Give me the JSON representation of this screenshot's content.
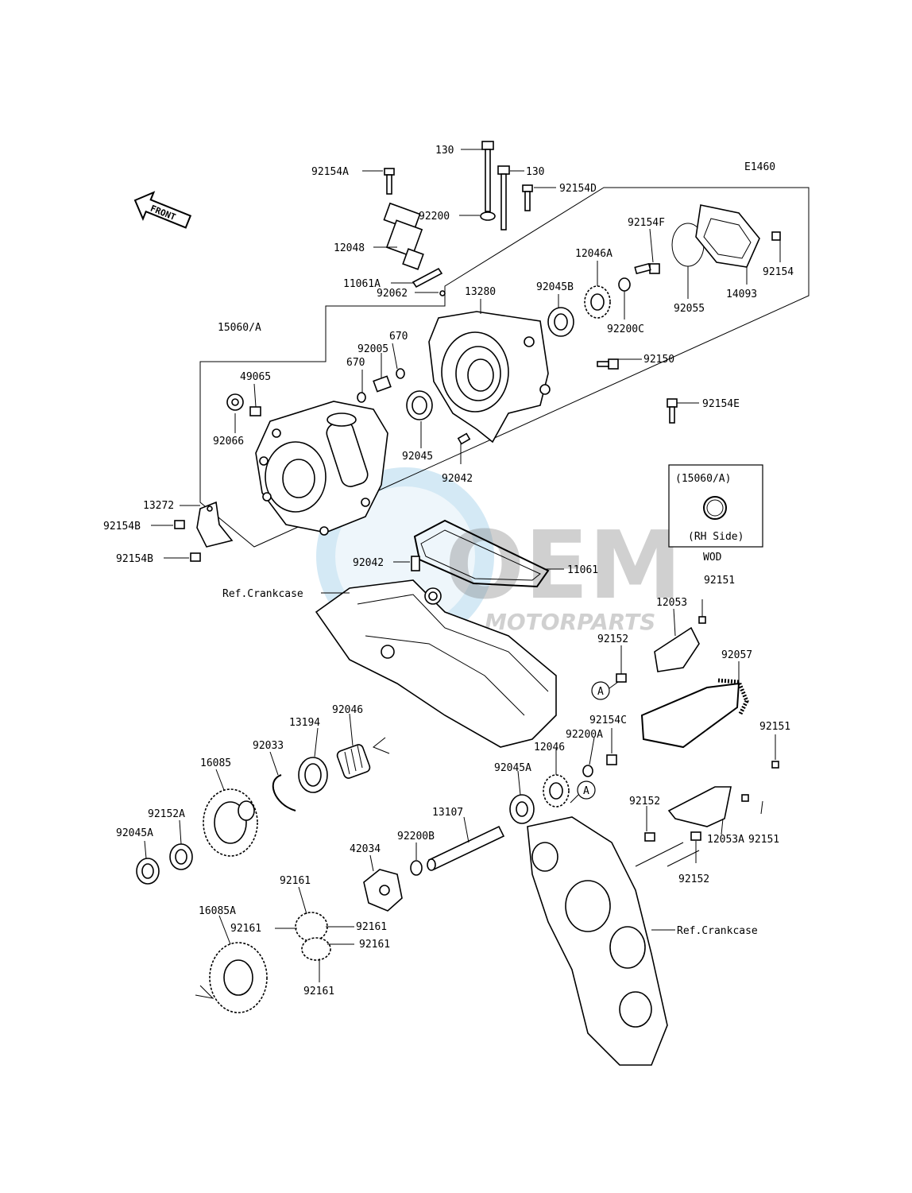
{
  "diagram_code": "E1460",
  "front_arrow": "FRONT",
  "watermark": {
    "brand": "OEM",
    "sub": "MOTORPARTS",
    "color": "#0f86c8"
  },
  "inset": {
    "title": "(15060/A)",
    "note": "(RH Side)",
    "caption": "WOD"
  },
  "labels": {
    "p130a": "130",
    "p130b": "130",
    "p92154A": "92154A",
    "p92154D": "92154D",
    "p92200": "92200",
    "p12048": "12048",
    "p11061A": "11061A",
    "p92062": "92062",
    "p13280": "13280",
    "p670a": "670",
    "p670b": "670",
    "p92005": "92005",
    "p15060A": "15060/A",
    "p49065": "49065",
    "p92066": "92066",
    "p92045": "92045",
    "p92042a": "92042",
    "p13272": "13272",
    "p92154Ba": "92154B",
    "p92154Bb": "92154B",
    "p92042b": "92042",
    "p11061": "11061",
    "refCrank1": "Ref.Crankcase",
    "p92045B": "92045B",
    "p12046A": "12046A",
    "p92154F": "92154F",
    "p92200C": "92200C",
    "p92055": "92055",
    "p14093": "14093",
    "p92154": "92154",
    "p92150": "92150",
    "p92154E": "92154E",
    "p92151a": "92151",
    "p12053": "12053",
    "p92152a": "92152",
    "p92057": "92057",
    "circA1": "A",
    "p92154C": "92154C",
    "p92200A": "92200A",
    "p12046": "12046",
    "p92045Aa": "92045A",
    "p92151b": "92151",
    "p92152b": "92152",
    "p12053A": "12053A",
    "p92151c": "92151",
    "p92152c": "92152",
    "circA2": "A",
    "p13194": "13194",
    "p92046": "92046",
    "p92033": "92033",
    "p16085": "16085",
    "p92152A": "92152A",
    "p92045Ab": "92045A",
    "p13107": "13107",
    "p92200B": "92200B",
    "p42034": "42034",
    "p92161a": "92161",
    "p92161b": "92161",
    "p92161c": "92161",
    "p92161d": "92161",
    "p92161e": "92161",
    "p16085A": "16085A",
    "refCrank2": "Ref.Crankcase"
  }
}
